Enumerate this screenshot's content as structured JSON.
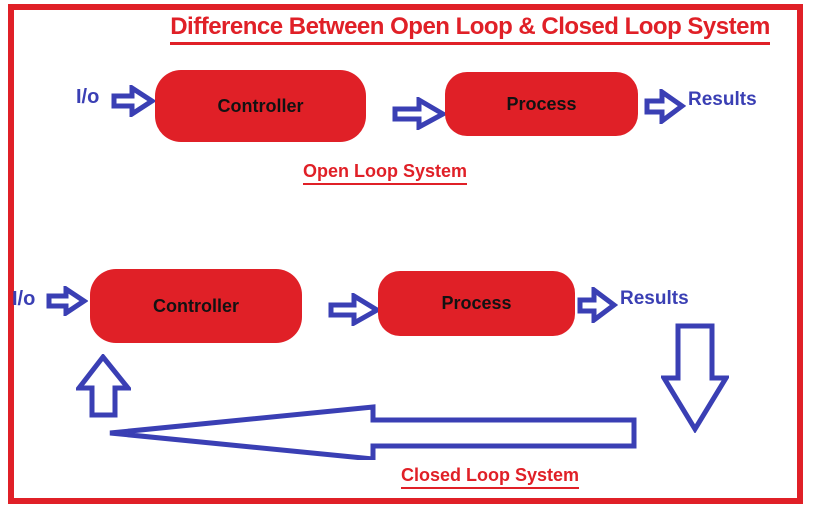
{
  "title": "Difference Between Open Loop & Closed Loop System",
  "colors": {
    "red": "#e02027",
    "blue": "#3a3fb4",
    "box-text": "#121212",
    "bg": "#ffffff"
  },
  "open_loop": {
    "input": "I/o",
    "controller": "Controller",
    "process": "Process",
    "output": "Results",
    "caption": "Open Loop System"
  },
  "closed_loop": {
    "input": "I/o",
    "controller": "Controller",
    "process": "Process",
    "output": "Results",
    "caption": "Closed Loop System"
  }
}
